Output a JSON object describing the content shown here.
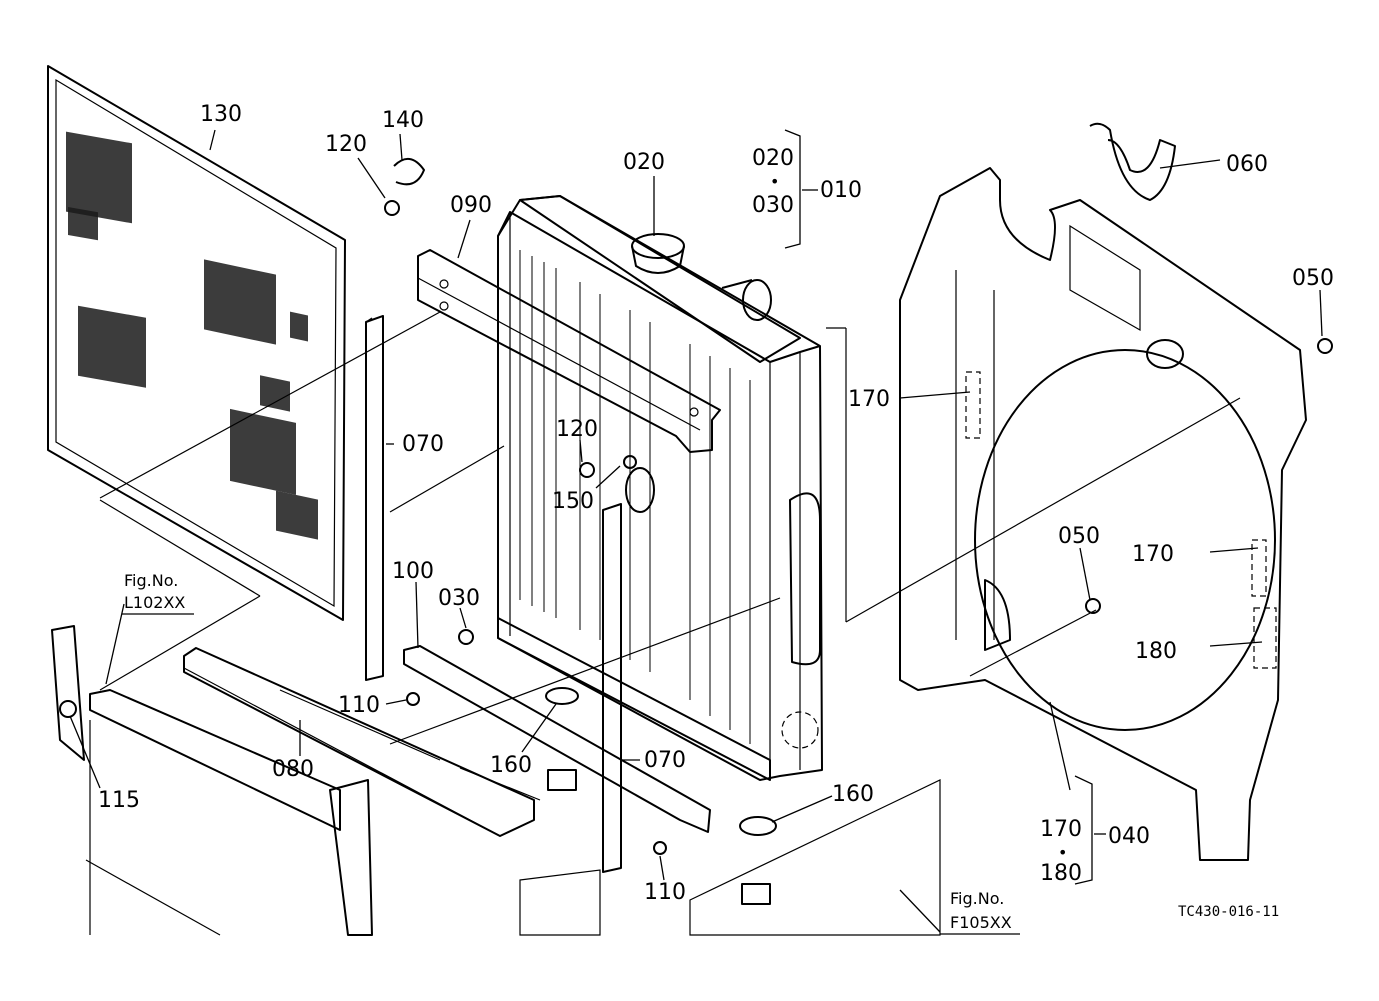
{
  "labels": {
    "p130": "130",
    "p140": "140",
    "p120a": "120",
    "p090": "090",
    "p020": "020",
    "set_020": "020",
    "dot1": "•",
    "set_030": "030",
    "p010": "010",
    "p060": "060",
    "p050a": "050",
    "p170a": "170",
    "p070a": "070",
    "p120b": "120",
    "p150": "150",
    "p050b": "050",
    "p170b": "170",
    "p180": "180",
    "p100": "100",
    "p030": "030",
    "p110a": "110",
    "p080": "080",
    "p160a": "160",
    "p070b": "070",
    "p115": "115",
    "p160b": "160",
    "p110b": "110",
    "set_170": "170",
    "dot2": "•",
    "set_180": "180",
    "p040": "040"
  },
  "references": {
    "fig_left_title": "Fig.No.",
    "fig_left_code": "L102XX",
    "fig_right_title": "Fig.No.",
    "fig_right_code": "F105XX"
  },
  "drawing_code": "TC430-016-11"
}
